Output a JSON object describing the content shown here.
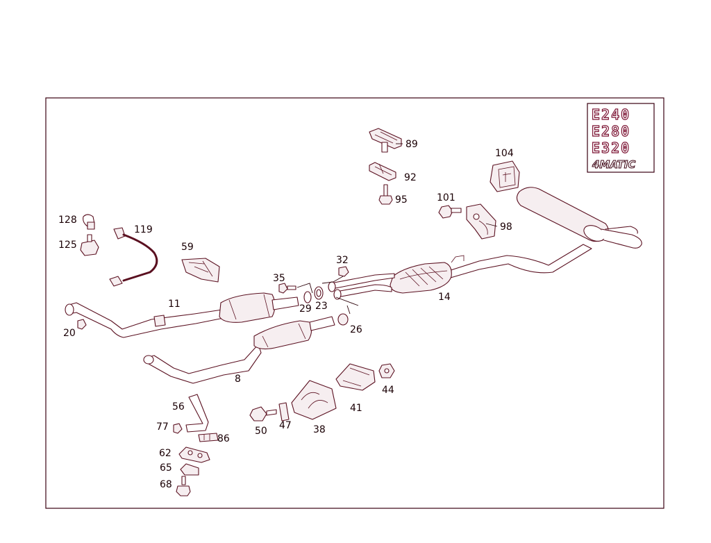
{
  "labels": {
    "p89": "89",
    "p92": "92",
    "p95": "95",
    "p104": "104",
    "p101": "101",
    "p98": "98",
    "p128": "128",
    "p119": "119",
    "p125": "125",
    "p59": "59",
    "p35": "35",
    "p32": "32",
    "p29": "29",
    "p23": "23",
    "p14": "14",
    "p11": "11",
    "p26": "26",
    "p20": "20",
    "p8": "8",
    "p44": "44",
    "p41": "41",
    "p56": "56",
    "p77": "77",
    "p86": "86",
    "p50": "50",
    "p47": "47",
    "p38": "38",
    "p62": "62",
    "p65": "65",
    "p68": "68"
  },
  "badges": {
    "e240": "E240",
    "e280": "E280",
    "e320": "E320",
    "matic": "4MATIC"
  },
  "colors": {
    "line": "#5a1020",
    "badge_outline": "#7a1030",
    "frame": "#3a0010"
  }
}
